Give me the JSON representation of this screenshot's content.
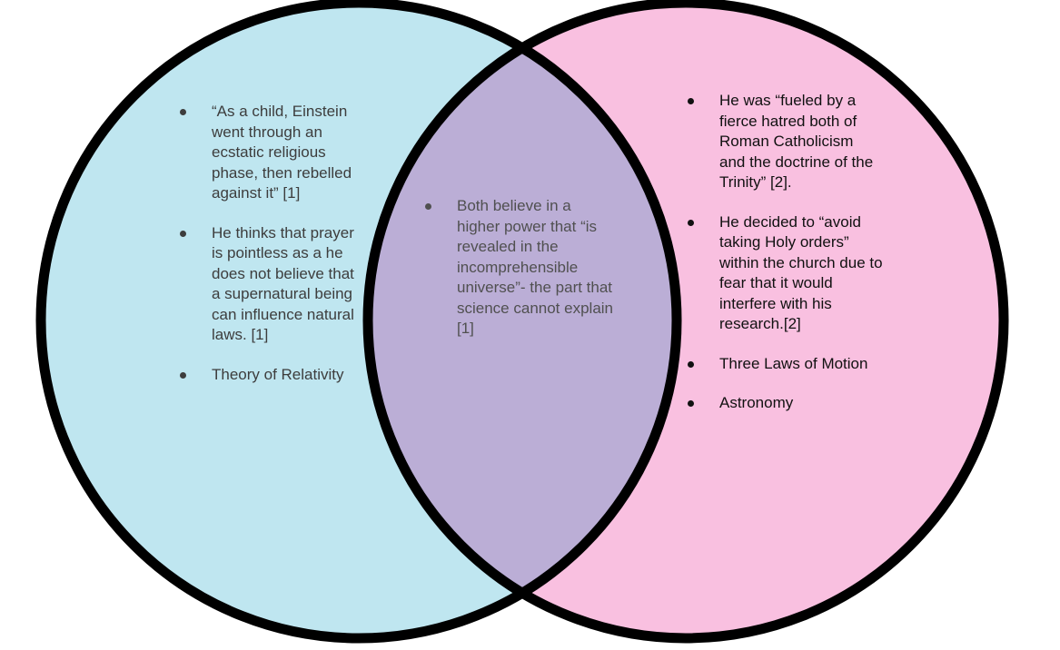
{
  "colors": {
    "left_fill": "#bfe6f0",
    "right_fill": "#f9c0e0",
    "overlap_fill": "#bbaed6",
    "outline": "#000000"
  },
  "left": {
    "items": [
      "“As a child, Einstein went through an ecstatic religious phase, then rebelled against it” [1]",
      "He thinks that prayer is pointless as a he does not believe that a supernatural being can influence natural laws. [1]",
      "Theory of Relativity"
    ]
  },
  "center": {
    "items": [
      "Both believe in a higher power that “is revealed in the incomprehensible universe”- the part that science cannot explain [1]"
    ]
  },
  "right": {
    "items": [
      "He was “fueled by a fierce hatred both of Roman Catholicism and the doctrine of the Trinity” [2].",
      "He decided to “avoid taking Holy orders” within the church due to fear that it would interfere with his research.[2]",
      "Three Laws of Motion",
      "Astronomy"
    ]
  }
}
